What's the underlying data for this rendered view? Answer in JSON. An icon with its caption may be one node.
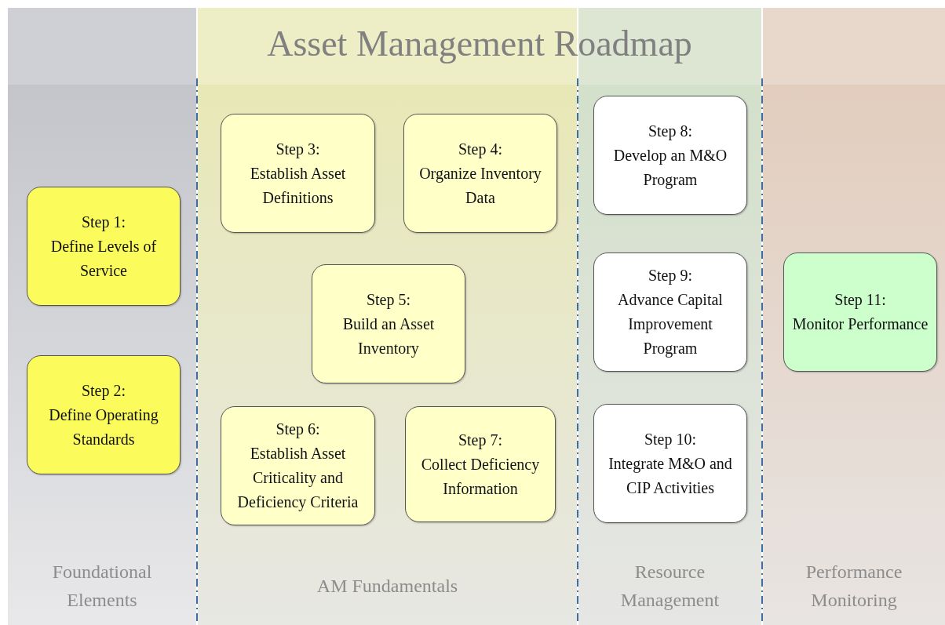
{
  "diagram": {
    "title": "Asset Management Roadmap",
    "nodes": [
      {
        "text": [
          "Foundational Elements"
        ]
      },
      {
        "text": [
          "Step 1:",
          "Define Levels of Service"
        ],
        "in": 0
      },
      {
        "text": [
          "Step 2:",
          "Define Operating Standards"
        ],
        "in": 0
      },
      {
        "text": [
          "AM Fundamentals"
        ]
      },
      {
        "text": [
          "Step 3:",
          "Establish Asset Definitions"
        ],
        "in": 3
      },
      {
        "text": [
          "Step 4:",
          "Organize Inventory Data"
        ],
        "in": 3
      },
      {
        "text": [
          "Step 5:",
          "Build an Asset Inventory"
        ],
        "in": 3
      },
      {
        "text": [
          "Step 6:",
          "Establish Asset Criticality and Deficiency Criteria"
        ],
        "in": 3
      },
      {
        "text": [
          "Step 7:",
          "Collect Deficiency Information"
        ],
        "in": 3
      },
      {
        "text": [
          "Resource Management"
        ]
      },
      {
        "text": [
          "Step 8:",
          "Develop an M&O Program"
        ],
        "in": 9
      },
      {
        "text": [
          "Step 9:",
          "Advance Capital Improvement Program"
        ],
        "in": 9
      },
      {
        "text": [
          "Step 10:",
          "Integrate M&O and CIP Activities"
        ],
        "in": 9
      },
      {
        "text": [
          "Performance Monitoring"
        ]
      },
      {
        "text": [
          "Step 11:",
          "Monitor Performance"
        ],
        "in": 13
      }
    ]
  }
}
